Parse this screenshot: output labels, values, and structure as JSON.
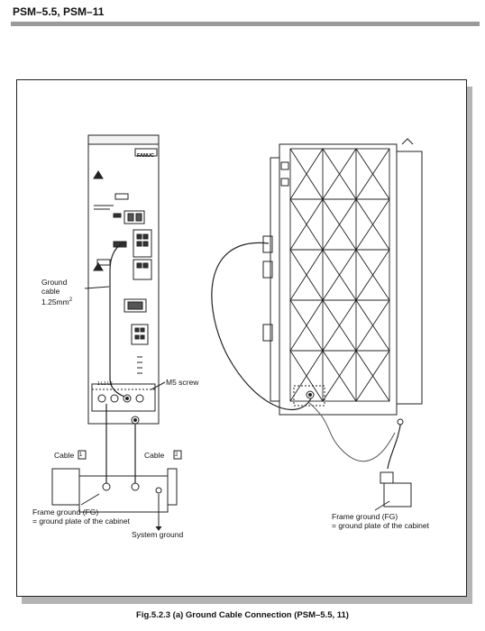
{
  "header": {
    "title": "PSM–5.5, PSM–11"
  },
  "figure": {
    "module_brand": "FANUC",
    "labels": {
      "ground_cable": "Ground",
      "ground_cable_2": "cable",
      "ground_cable_size": "1.25mm",
      "ground_cable_size_sup": "2",
      "m5_screw": "M5 screw",
      "terminal_labels": "1  L1  L2",
      "cable_1": "Cable",
      "cable_1_num": "1",
      "cable_2": "Cable",
      "cable_2_num": "2",
      "fg_left_1": "Frame ground (FG)",
      "fg_left_2": "= ground plate of the cabinet",
      "system_ground": "System ground",
      "fg_right_1": "Frame ground (FG)",
      "fg_right_2": "= ground plate of the cabinet"
    }
  },
  "caption": "Fig.5.2.3 (a)  Ground Cable Connection (PSM–5.5, 11)"
}
